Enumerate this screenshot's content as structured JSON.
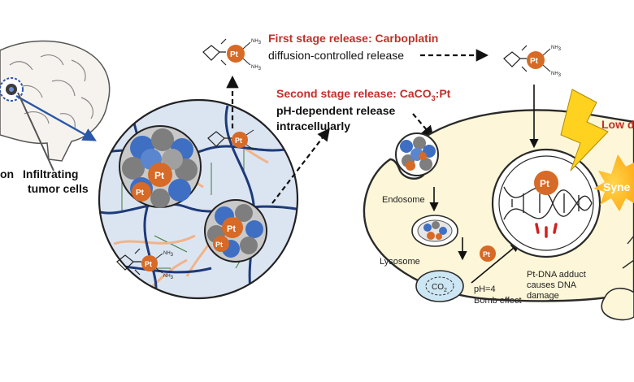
{
  "labels": {
    "infiltrating_line1_prefix": "on",
    "infiltrating_line1": "Infiltrating",
    "infiltrating_line2": "tumor cells",
    "first_stage_title": "First stage release: Carboplatin",
    "first_stage_desc": "diffusion-controlled release",
    "second_stage_title": "Second stage release: CaCO",
    "second_stage_sub": "3",
    "second_stage_suffix": ":Pt",
    "second_stage_desc1": "pH-dependent release",
    "second_stage_desc2": "intracellularly",
    "low_dose": "Low d",
    "synergy": "Syne",
    "endosome": "Endosome",
    "lysosome": "Lysosome",
    "co2": "CO",
    "co2_sub": "2",
    "ph": "pH=4",
    "bomb": "Bomb effect",
    "adduct1": "Pt-DNA adduct",
    "adduct2": "causes DNA",
    "adduct3": "damage",
    "pt": "Pt",
    "nh3": "NH",
    "nh3_sub": "3"
  },
  "colors": {
    "matrix_bg": "#dbe5f2",
    "fiber": "#1e3a78",
    "pink_fiber": "#f0b48a",
    "particle_blue": "#3f6fc2",
    "particle_gray": "#7e7e7e",
    "pt_orange": "#d66a26",
    "cell_fill": "#fdf6d8",
    "cell_edge": "#2a2a2a",
    "title_red": "#c0302a",
    "lightning": "#ffd21f"
  }
}
